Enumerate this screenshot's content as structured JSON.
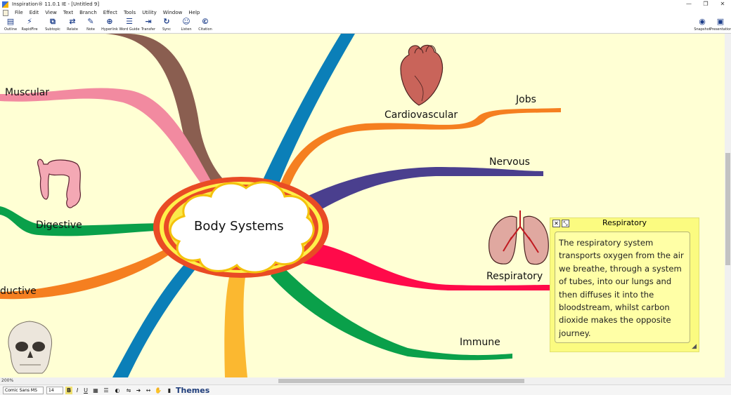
{
  "window": {
    "title": "Inspiration® 11.0.1 IE - [Untitled 9]",
    "min": "—",
    "restore": "❐",
    "close": "✕"
  },
  "menu": [
    "File",
    "Edit",
    "View",
    "Text",
    "Branch",
    "Effect",
    "Tools",
    "Utility",
    "Window",
    "Help"
  ],
  "toolbar": {
    "left": [
      {
        "label": "Outline",
        "icon": "outline-icon",
        "glyph": "▤"
      },
      {
        "label": "RapidFire",
        "icon": "rapidfire-icon",
        "glyph": "⚡"
      },
      {
        "label": "Subtopic",
        "icon": "subtopic-icon",
        "glyph": "⧉"
      },
      {
        "label": "Relate",
        "icon": "relate-icon",
        "glyph": "⇄"
      },
      {
        "label": "Note",
        "icon": "note-icon",
        "glyph": "✎"
      },
      {
        "label": "Hyperlink",
        "icon": "hyperlink-icon",
        "glyph": "⊕"
      },
      {
        "label": "Word Guide",
        "icon": "word-guide-icon",
        "glyph": "☰"
      },
      {
        "label": "Transfer",
        "icon": "transfer-icon",
        "glyph": "⇥"
      },
      {
        "label": "Sync",
        "icon": "sync-icon",
        "glyph": "↻"
      },
      {
        "label": "Listen",
        "icon": "listen-icon",
        "glyph": "☺"
      },
      {
        "label": "Citation",
        "icon": "citation-icon",
        "glyph": "©"
      }
    ],
    "right": [
      {
        "label": "Snapshot",
        "icon": "camera-icon",
        "glyph": "◉"
      },
      {
        "label": "Presentation",
        "icon": "presentation-icon",
        "glyph": "▣"
      }
    ]
  },
  "map": {
    "main_idea": "Body Systems",
    "topics": {
      "muscular": "Muscular",
      "digestive": "Digestive",
      "reproductive": "ductive",
      "cardiovascular": "Cardiovascular",
      "jobs": "Jobs",
      "nervous": "Nervous",
      "respiratory": "Respiratory",
      "immune": "Immune"
    },
    "branch_colors": {
      "muscular": "#f28aa0",
      "brown": "#8a5e50",
      "digestive": "#0aa04a",
      "reproductive": "#f57f20",
      "teal": "#0b7fb8",
      "yellow": "#fbb830",
      "cardiovascular": "#f57f20",
      "nervous": "#4a3f8e",
      "respiratory": "#ff0a4a",
      "immune": "#0aa04a",
      "topblue": "#0b7fb8"
    }
  },
  "note": {
    "title": "Respiratory",
    "close_glyph": "✕",
    "resize_glyph": "⤡",
    "grip_glyph": "◢",
    "body": "The respiratory system transports oxygen from the air we breathe, through a system of tubes, into our lungs and then diffuses it into the bloodstream, whilst carbon dioxide makes the opposite journey."
  },
  "status": {
    "zoom": "200%"
  },
  "format": {
    "font": "Comic Sans MS",
    "size": "14",
    "bold": "B",
    "italic": "I",
    "underline": "U",
    "themes": "Themes"
  }
}
